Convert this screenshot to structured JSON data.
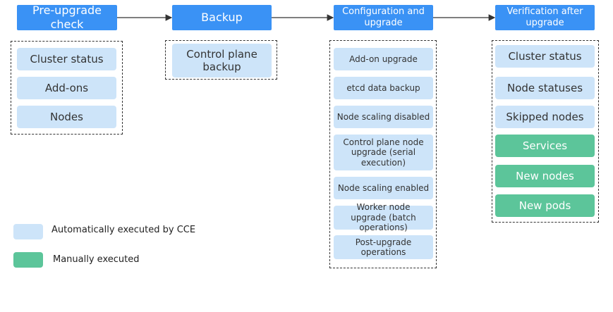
{
  "stages": {
    "pre_upgrade": "Pre-upgrade check",
    "backup": "Backup",
    "config_upgrade": "Configuration and upgrade",
    "verification": "Verification after upgrade"
  },
  "pre_upgrade_steps": [
    "Cluster status",
    "Add-ons",
    "Nodes"
  ],
  "backup_steps": [
    "Control plane backup"
  ],
  "config_steps": [
    "Add-on upgrade",
    "etcd data backup",
    "Node scaling disabled",
    "Control plane node upgrade (serial execution)",
    "Node scaling enabled",
    "Worker node upgrade (batch operations)",
    "Post-upgrade operations"
  ],
  "verification_steps": [
    "Cluster status",
    "Node statuses",
    "Skipped nodes",
    "Services",
    "New nodes",
    "New pods"
  ],
  "legend": {
    "auto": "Automatically executed by CCE",
    "manual": "Manually executed"
  },
  "colors": {
    "stage": "#3a92f5",
    "auto": "#cde4f9",
    "manual": "#5cc59a"
  }
}
